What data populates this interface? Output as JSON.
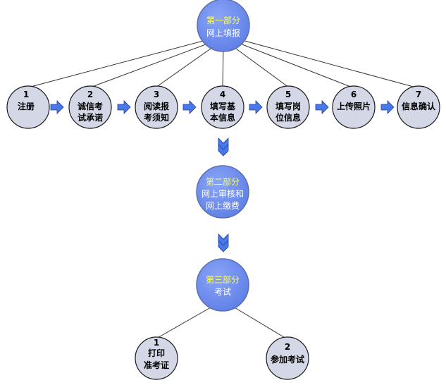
{
  "colors": {
    "top_node_fill": "#6f8df0",
    "top_node_stroke": "#5b6fb0",
    "step_node_fill": "#d4d8e6",
    "step_node_stroke": "#1a1a1a",
    "arrow_fill": "#4a78e8",
    "arrow_stroke": "#1f3f9a",
    "highlight_text": "#ffff66",
    "white_text": "#ffffff"
  },
  "part1": {
    "title": "第一部分",
    "subtitle": "网上填报"
  },
  "part2": {
    "title": "第二部分",
    "line2": "网上审核和",
    "line3": "网上缴费"
  },
  "part3": {
    "title": "第三部分",
    "subtitle": "考试"
  },
  "steps": [
    {
      "num": "1",
      "line1": "注册",
      "line2": ""
    },
    {
      "num": "2",
      "line1": "诚信考",
      "line2": "试承诺"
    },
    {
      "num": "3",
      "line1": "阅读报",
      "line2": "考须知"
    },
    {
      "num": "4",
      "line1": "填写基",
      "line2": "本信息"
    },
    {
      "num": "5",
      "line1": "填写岗",
      "line2": "位信息"
    },
    {
      "num": "6",
      "line1": "上传照片",
      "line2": ""
    },
    {
      "num": "7",
      "line1": "信息确认",
      "line2": ""
    }
  ],
  "exam_steps": [
    {
      "num": "1",
      "line1": "打印",
      "line2": "准考证"
    },
    {
      "num": "2",
      "line1": "参加考试",
      "line2": ""
    }
  ]
}
